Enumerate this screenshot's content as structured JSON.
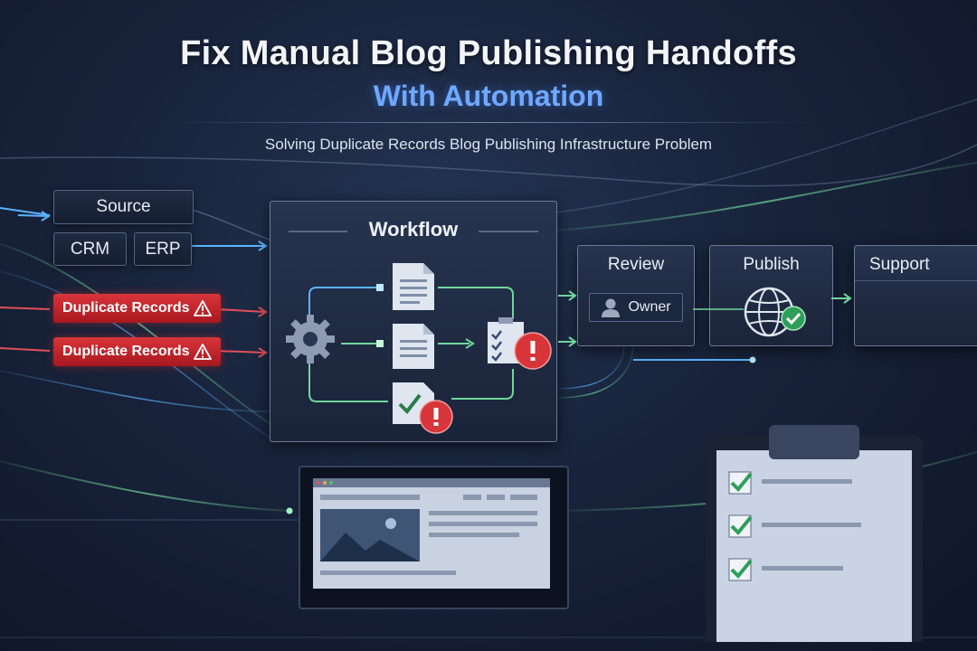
{
  "header": {
    "title": "Fix Manual Blog Publishing Handoffs",
    "title_line2": "With Automation",
    "subtitle": "Solving Duplicate Records Blog Publishing Infrastructure Problem"
  },
  "sources": {
    "label": "Source",
    "systems": [
      "CRM",
      "ERP"
    ],
    "errors": [
      "Duplicate Records",
      "Duplicate Records"
    ]
  },
  "workflow": {
    "title": "Workflow"
  },
  "stages": {
    "review": {
      "label": "Review",
      "owner": "Owner"
    },
    "publish": {
      "label": "Publish"
    },
    "support": {
      "label": "Support"
    }
  },
  "colors": {
    "accent_blue": "#6fa8ff",
    "flow_green": "#6fd69a",
    "flow_blue": "#5ab4ff",
    "error_red": "#d8353a",
    "success_green": "#2e9e5a"
  },
  "icons": [
    "gear-icon",
    "document-icon",
    "checklist-icon",
    "alert-icon",
    "user-icon",
    "globe-icon",
    "check-icon",
    "warning-icon",
    "monitor-icon",
    "clipboard-icon"
  ]
}
